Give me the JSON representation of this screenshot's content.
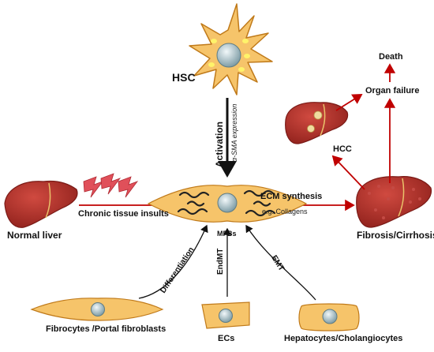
{
  "labels": {
    "hsc": "HSC",
    "activation": "Activation",
    "asma": "α-SMA expression",
    "mfbs": "MFBs",
    "normal_liver": "Normal liver",
    "chronic_insults": "Chronic tissue insults",
    "ecm_synthesis": "ECM synthesis",
    "collagens": "e.g. Collagens",
    "fibrosis": "Fibrosis/Cirrhosis",
    "hcc": "HCC",
    "organ_failure": "Organ failure",
    "death": "Death",
    "differentiation": "Differentiation",
    "endmt": "EndMT",
    "emt": "EMT",
    "fibrocytes": "Fibrocytes /Portal fibroblasts",
    "ecs": "ECs",
    "hepatocytes": "Hepatocytes/Cholangiocytes"
  },
  "colors": {
    "liver": "#b3322c",
    "liver_dark": "#7a1a16",
    "cell_fill": "#f6c46a",
    "cell_stroke": "#c07a1a",
    "nucleus": "#b9cfd6",
    "arrow_red": "#c00000",
    "lightning": "#e0505a"
  }
}
